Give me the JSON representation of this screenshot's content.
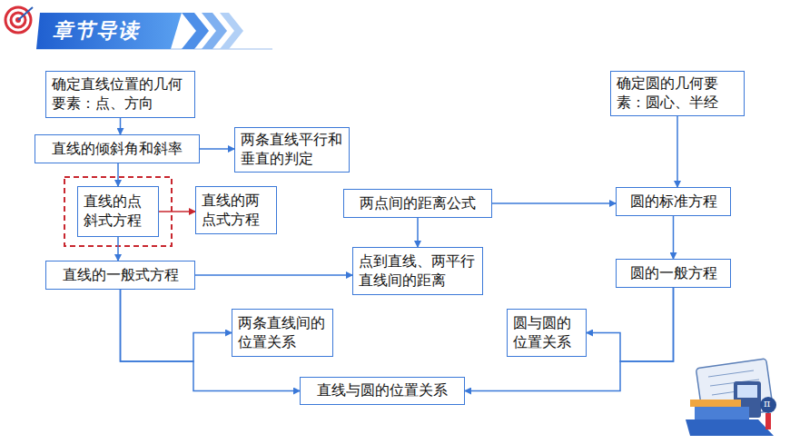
{
  "diagram": {
    "title": "章节导读",
    "nodes": [
      {
        "text": [
          "确定直线位置的几何要素：点、方向"
        ]
      },
      {
        "text": [
          "确定圆的几何要素：圆心、半经"
        ]
      },
      {
        "text": [
          "直线的倾斜角和斜率"
        ]
      },
      {
        "text": [
          "两条直线平行和垂直的判定"
        ]
      },
      {
        "text": [
          "直线的点斜式方程"
        ]
      },
      {
        "text": [
          "直线的两点式方程"
        ]
      },
      {
        "text": [
          "两点间的距离公式"
        ]
      },
      {
        "text": [
          "圆的标准方程"
        ]
      },
      {
        "text": [
          "点到直线、两平行直线间的距离"
        ]
      },
      {
        "text": [
          "直线的一般式方程"
        ]
      },
      {
        "text": [
          "圆的一般方程"
        ]
      },
      {
        "text": [
          "两条直线间的位置关系"
        ]
      },
      {
        "text": [
          "圆与圆的位置关系"
        ]
      },
      {
        "text": [
          "直线与圆的位置关系"
        ]
      }
    ],
    "edges": [
      {
        "from": 0,
        "to": 2,
        "arrow": "to"
      },
      {
        "from": 1,
        "to": 7,
        "arrow": "to"
      },
      {
        "from": 2,
        "to": 3,
        "arrow": "to"
      },
      {
        "from": 2,
        "to": 4,
        "arrow": "to"
      },
      {
        "from": 4,
        "to": 5,
        "arrow": "to"
      },
      {
        "from": 4,
        "to": 9,
        "arrow": "to"
      },
      {
        "from": 6,
        "to": 8,
        "arrow": "to"
      },
      {
        "from": 6,
        "to": 7,
        "arrow": "to"
      },
      {
        "from": 7,
        "to": 10,
        "arrow": "to"
      },
      {
        "from": 9,
        "to": 8,
        "arrow": "to"
      },
      {
        "from": 9,
        "to": 11,
        "arrow": "to"
      },
      {
        "from": 9,
        "to": 13,
        "arrow": "to"
      },
      {
        "from": 10,
        "to": 12,
        "arrow": "to"
      },
      {
        "from": 10,
        "to": 13,
        "arrow": "to"
      }
    ],
    "labels": [
      "π"
    ]
  }
}
